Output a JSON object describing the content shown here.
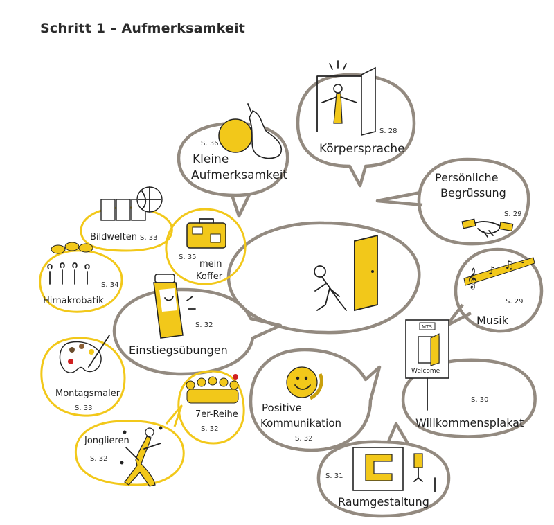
{
  "title": "Schritt 1 – Aufmerksamkeit",
  "colors": {
    "accent": "#f2c81a",
    "bubble_outline": "#938a80",
    "ink": "#222222"
  },
  "center": {
    "icon": "person-entering-door-icon"
  },
  "bubbles": {
    "koerpersprache": {
      "label": "Körpersprache",
      "page": "S. 28",
      "icon": "person-open-arms-door-icon"
    },
    "begruessung": {
      "label_line1": "Persönliche",
      "label_line2": "Begrüssung",
      "page": "S. 29",
      "icon": "handshake-icon"
    },
    "musik": {
      "label": "Musik",
      "page": "S. 29",
      "icon": "music-notes-icon"
    },
    "willkommensplakat": {
      "label": "Willkommensplakat",
      "page": "S. 30",
      "poster_text": "Welcome",
      "poster_tag": "MTS",
      "icon": "welcome-poster-icon"
    },
    "raumgestaltung": {
      "label": "Raumgestaltung",
      "page": "S. 31",
      "icon": "room-layout-icon"
    },
    "positive_kommunikation": {
      "label_line1": "Positive",
      "label_line2": "Kommunikation",
      "page": "S. 32",
      "icon": "smiley-icon"
    },
    "einstiegsuebungen": {
      "label": "Einstiegsübungen",
      "page": "S. 32",
      "icon": "toothpaste-tube-icon"
    },
    "kleine_aufmerksamkeit": {
      "label_line1": "Kleine",
      "label_line2": "Aufmerksamkeit",
      "page": "S. 36",
      "icon": "pear-icon"
    },
    "mein_koffer": {
      "label_line1": "mein",
      "label_line2": "Koffer",
      "page": "S. 35",
      "icon": "suitcase-icon"
    },
    "bildwelten": {
      "label": "Bildwelten",
      "page": "S. 33",
      "icon": "picture-cards-icon"
    },
    "hirnakrobatik": {
      "label": "Hirnakrobatik",
      "page": "S. 34",
      "icon": "thinking-people-icon"
    },
    "montagsmaler": {
      "label": "Montagsmaler",
      "page": "S. 33",
      "icon": "paint-palette-icon"
    },
    "siebener_reihe": {
      "label": "7er-Reihe",
      "page": "S. 32",
      "icon": "group-of-people-icon"
    },
    "jonglieren": {
      "label": "Jonglieren",
      "page": "S. 32",
      "icon": "juggler-icon"
    }
  }
}
